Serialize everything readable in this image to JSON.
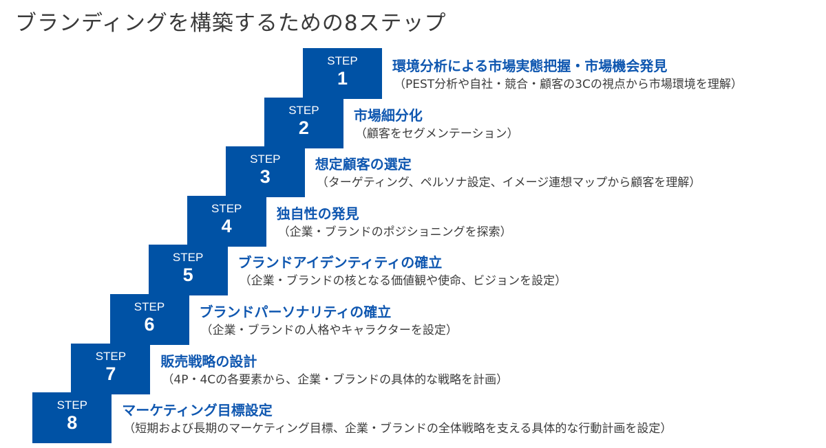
{
  "title": "ブランディングを構築するための8ステップ",
  "colors": {
    "box": "#0052a5",
    "heading": "#0f57b0",
    "subtext": "#3c3c3c"
  },
  "step_label": "STEP",
  "steps": [
    {
      "number": "1",
      "heading": "環境分析による市場実態把握・市場機会発見",
      "detail": "（PEST分析や自社・競合・顧客の3Cの視点から市場環境を理解）"
    },
    {
      "number": "2",
      "heading": "市場細分化",
      "detail": "（顧客をセグメンテーション）"
    },
    {
      "number": "3",
      "heading": "想定顧客の選定",
      "detail": "（ターゲティング、ペルソナ設定、イメージ連想マップから顧客を理解）"
    },
    {
      "number": "4",
      "heading": "独自性の発見",
      "detail": "（企業・ブランドのポジショニングを探索）"
    },
    {
      "number": "5",
      "heading": "ブランドアイデンティティの確立",
      "detail": "（企業・ブランドの核となる価値観や使命、ビジョンを設定）"
    },
    {
      "number": "6",
      "heading": "ブランドパーソナリティの確立",
      "detail": "（企業・ブランドの人格やキャラクターを設定）"
    },
    {
      "number": "7",
      "heading": "販売戦略の設計",
      "detail": "（4P・4Cの各要素から、企業・ブランドの具体的な戦略を計画）"
    },
    {
      "number": "8",
      "heading": "マーケティング目標設定",
      "detail": "（短期および長期のマーケティング目標、企業・ブランドの全体戦略を支える具体的な行動計画を設定）"
    }
  ]
}
